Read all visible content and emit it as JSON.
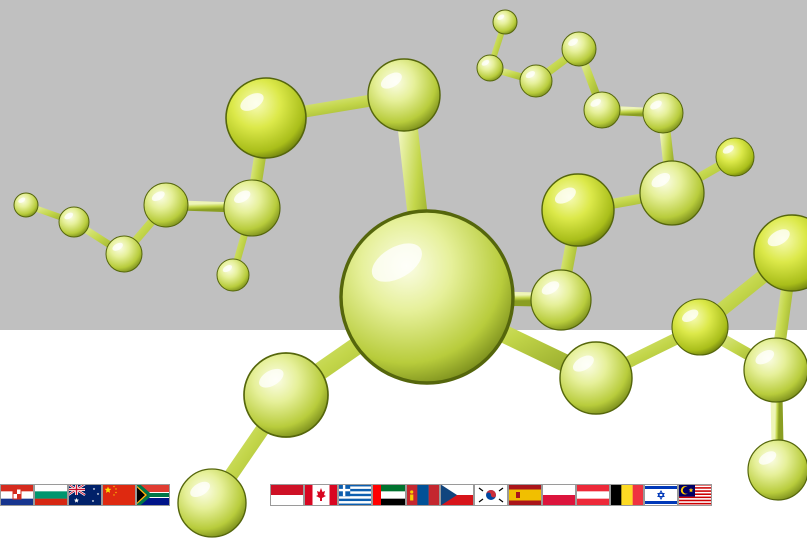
{
  "colors": {
    "upper_background": "#c0c0c0",
    "lower_background": "#ffffff",
    "molecule_light": "#f2f7c8",
    "molecule_mid": "#c8dc4e",
    "molecule_dark": "#7a8c1c"
  },
  "flag_strips": [
    {
      "flags": [
        "croatia-flag",
        "bulgaria-flag",
        "australia-flag",
        "china-flag",
        "south-africa-flag"
      ]
    },
    {
      "flags": [
        "indonesia-flag",
        "canada-flag",
        "greece-flag",
        "united-arab-emirates-flag",
        "mongolia-flag",
        "czech-republic-flag",
        "south-korea-flag",
        "spain-flag",
        "poland-flag",
        "austria-flag",
        "belgium-flag",
        "israel-flag",
        "malaysia-flag"
      ]
    }
  ]
}
